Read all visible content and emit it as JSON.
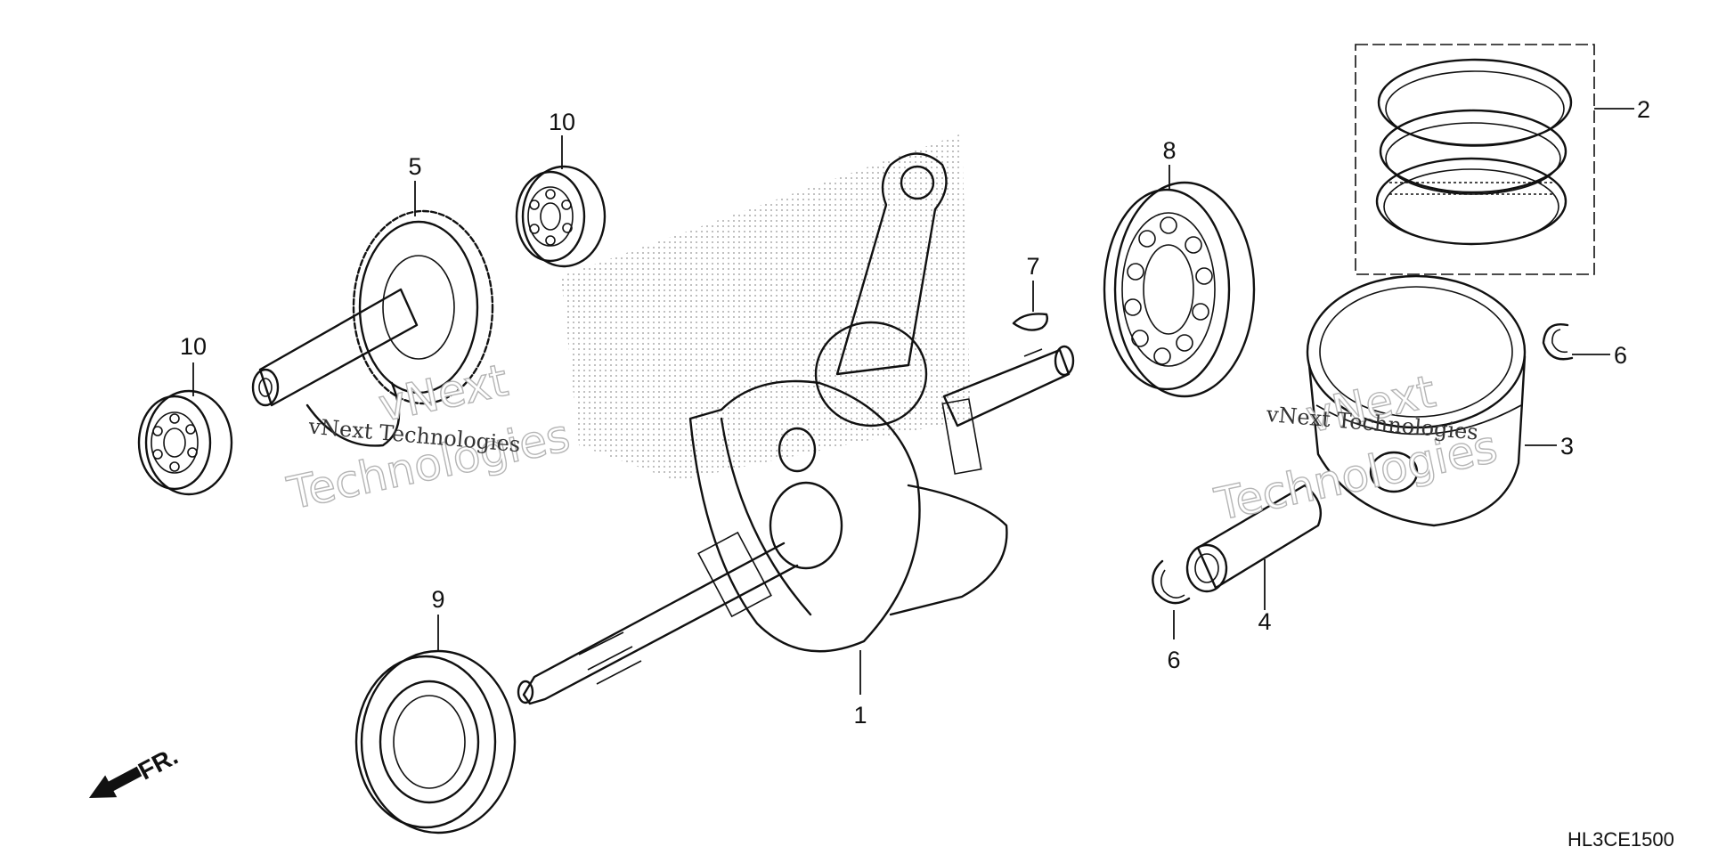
{
  "diagram": {
    "callouts": {
      "c1": "1",
      "c2": "2",
      "c3": "3",
      "c4": "4",
      "c5": "5",
      "c6a": "6",
      "c6b": "6",
      "c7": "7",
      "c8": "8",
      "c9": "9",
      "c10a": "10",
      "c10b": "10"
    },
    "direction_label": "FR.",
    "drawing_code": "HL3CE1500",
    "watermarks": {
      "left_big_line1": "vNext",
      "left_big_line2": "Technologies",
      "left_small": "vNext Technologies",
      "right_big_line1": "vNext",
      "right_big_line2": "Technologies",
      "right_small": "vNext Technologies"
    }
  }
}
